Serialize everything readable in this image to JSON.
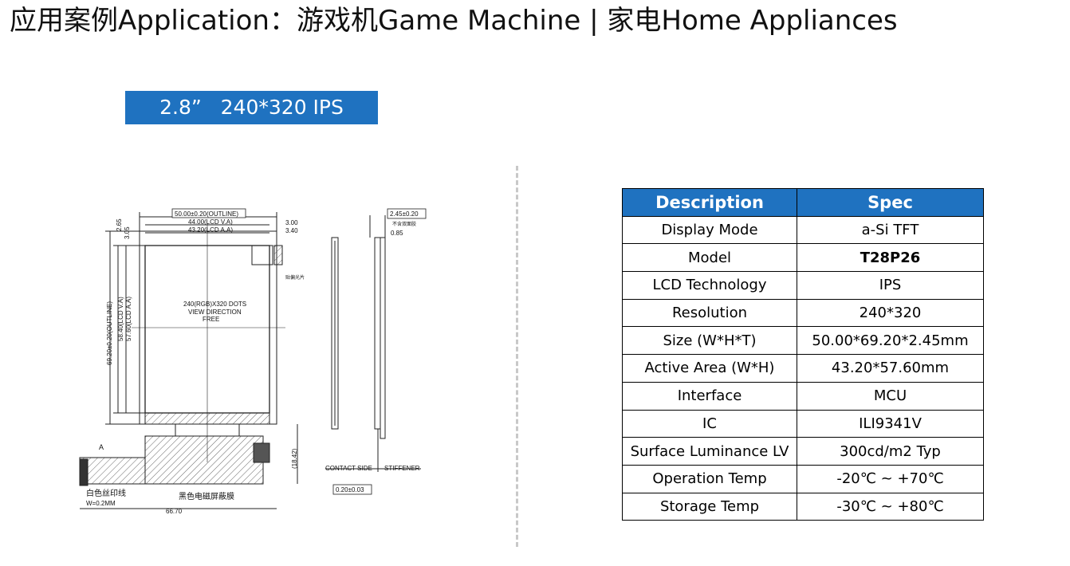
{
  "title": "应用案例Application：游戏机Game Machine | 家电Home Appliances",
  "badge": "2.8”   240*320 IPS",
  "drawing": {
    "outline_w": "50.00±0.20(OUTLINE)",
    "lcd_va_w": "44.00(LCD V.A)",
    "lcd_aa_w": "43.20(LCD A.A)",
    "top_gap1": "3.00",
    "top_gap2": "3.40",
    "left_dim1": "2.65",
    "left_dim2": "3.05",
    "outline_h": "69.20±0.20(OUTLINE)",
    "lcd_va_h": "58.40(LCD V.A)",
    "lcd_aa_h": "57.60(LCD A.A)",
    "dots": "240(RGB)X320 DOTS",
    "view": "VIEW DIRECTION",
    "free": "FREE",
    "film_label": "贴偏光片",
    "thickness": "2.45±0.20",
    "thickness_note": "不含双面胶",
    "side_dim": "0.85",
    "fpc_h": "(18.42)",
    "contact_side": "CONTACT SIDE",
    "stiffener": "STIFFENER",
    "stiff_t": "0.20±0.03",
    "mark_a": "A",
    "silk": "白色丝印线",
    "silk_w": "W=0.2MM",
    "shield": "黑色电磁屏蔽膜",
    "bottom_w": "66.70"
  },
  "table": {
    "headers": [
      "Description",
      "Spec"
    ],
    "rows": [
      {
        "desc": "Display Mode",
        "spec": "a-Si TFT"
      },
      {
        "desc": "Model",
        "spec": "T28P26"
      },
      {
        "desc": "LCD Technology",
        "spec": "IPS"
      },
      {
        "desc": "Resolution",
        "spec": "240*320"
      },
      {
        "desc": "Size (W*H*T)",
        "spec": "50.00*69.20*2.45mm"
      },
      {
        "desc": "Active Area (W*H)",
        "spec": "43.20*57.60mm"
      },
      {
        "desc": "Interface",
        "spec": "MCU"
      },
      {
        "desc": "IC",
        "spec": "ILI9341V"
      },
      {
        "desc": "Surface Luminance LV",
        "spec": "300cd/m2 Typ"
      },
      {
        "desc": "Operation Temp",
        "spec": "-20℃ ~ +70℃"
      },
      {
        "desc": "Storage Temp",
        "spec": "-30℃ ~ +80℃"
      }
    ]
  },
  "colors": {
    "accent": "#1f72c0",
    "divider": "#c8c8c8"
  }
}
